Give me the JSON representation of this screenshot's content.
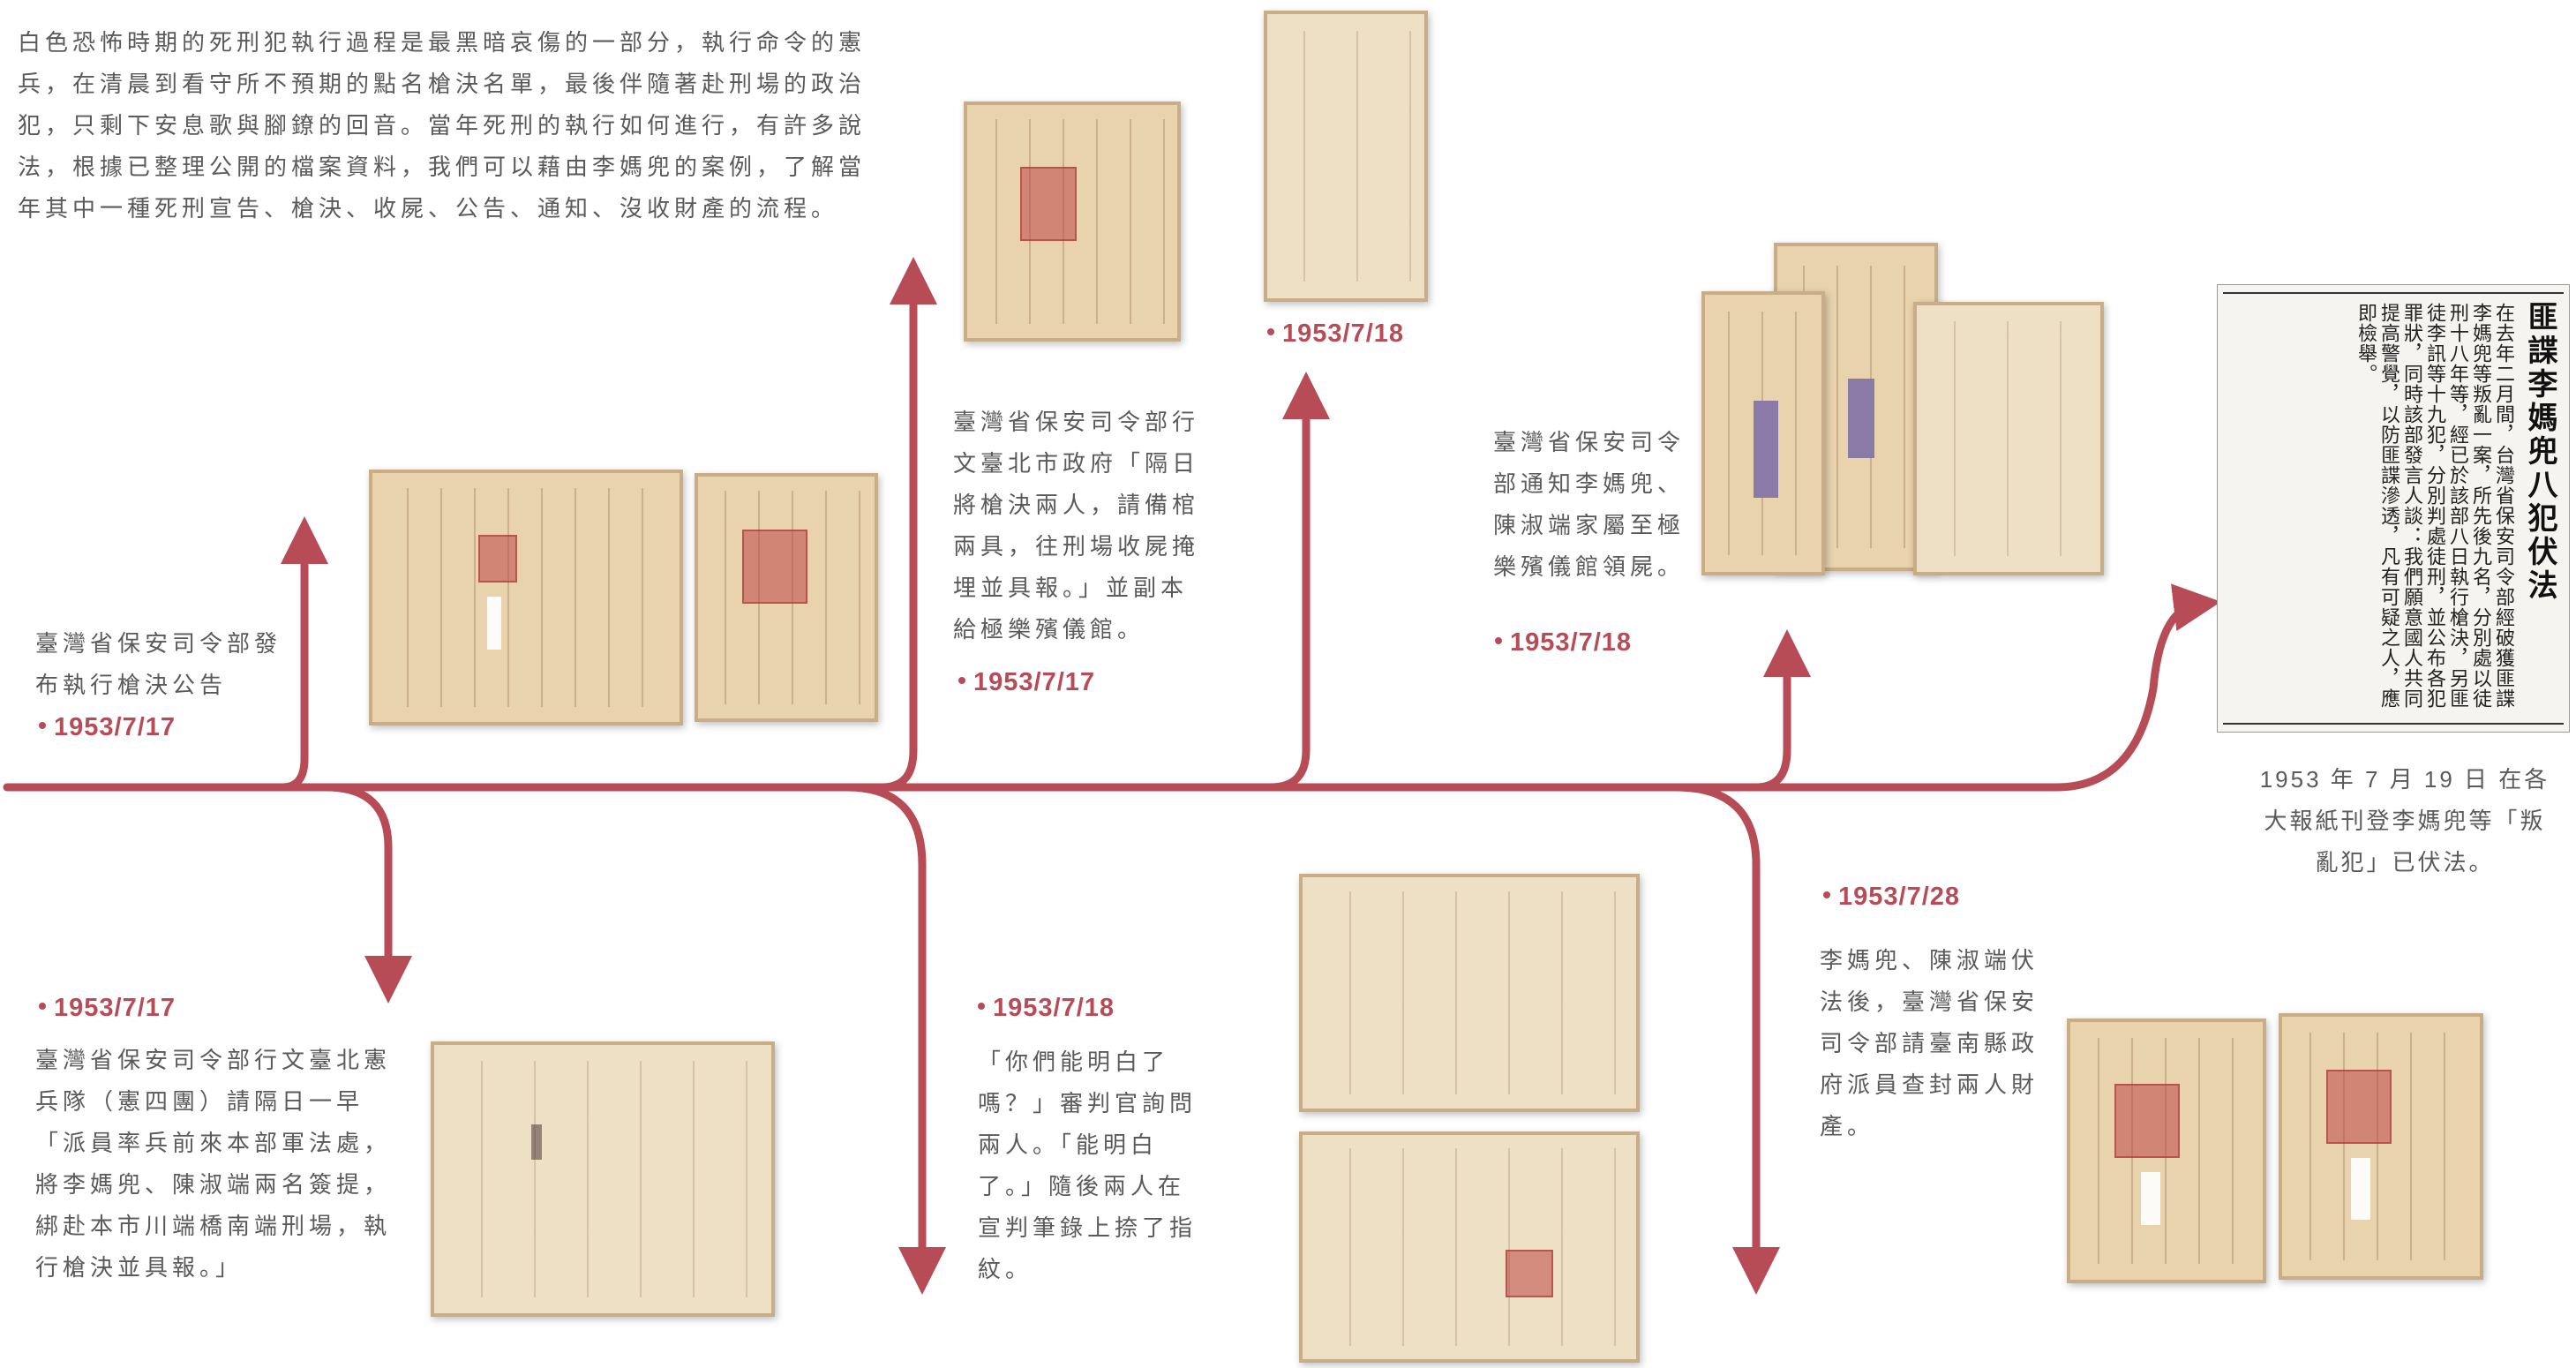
{
  "intro": "白色恐怖時期的死刑犯執行過程是最黑暗哀傷的一部分，執行命令的憲兵，在清晨到看守所不預期的點名槍決名單，最後伴隨著赴刑場的政治犯，只剩下安息歌與腳鐐的回音。當年死刑的執行如何進行，有許多說法，根據已整理公開的檔案資料，我們可以藉由李媽兜的案例，了解當年其中一種死刑宣告、槍決、收屍、公告、通知、沒收財產的流程。",
  "colors": {
    "accent": "#b74c57",
    "text": "#5a5a5a"
  },
  "events": [
    {
      "date": "1953/7/17",
      "text": "臺灣省保安司令部發布執行槍決公告"
    },
    {
      "date": "1953/7/17",
      "text": "臺灣省保安司令部行文臺北憲兵隊（憲四團）請隔日一早「派員率兵前來本部軍法處，將李媽兜、陳淑端兩名簽提，綁赴本市川端橋南端刑場，執行槍決並具報。」"
    },
    {
      "date": "1953/7/17",
      "text": "臺灣省保安司令部行文臺北市政府「隔日將槍決兩人，請備棺兩具，往刑場收屍掩埋並具報。」並副本給極樂殯儀館。"
    },
    {
      "date": "1953/7/18",
      "text": "「你們能明白了嗎？」審判官詢問兩人。「能明白了。」隨後兩人在宣判筆錄上捺了指紋。"
    },
    {
      "date": "1953/7/18",
      "text": ""
    },
    {
      "date": "1953/7/18",
      "text": "臺灣省保安司令部通知李媽兜、陳淑端家屬至極樂殯儀館領屍。"
    },
    {
      "date": "1953/7/28",
      "text": "李媽兜、陳淑端伏法後，臺灣省保安司令部請臺南縣政府派員查封兩人財產。"
    }
  ],
  "newspaper": {
    "headline": "匪諜李媽兜八犯伏法",
    "body": "在去年二月間，台灣省保安司令部經破獲匪諜李媽兜等叛亂一案，所先後九名，分別處以徒刑十八年等，經已於該部八日執行槍決，另匪徒李訊等十九犯，分別判處徒刑，並公布各犯罪狀，同時該部發言人談：我們願意國人共同提高警覺，以防匪諜滲透，凡有可疑之人，應即檢舉。",
    "caption": "1953 年 7 月 19 日 在各大報紙刊登李媽兜等「叛亂犯」已伏法。"
  }
}
